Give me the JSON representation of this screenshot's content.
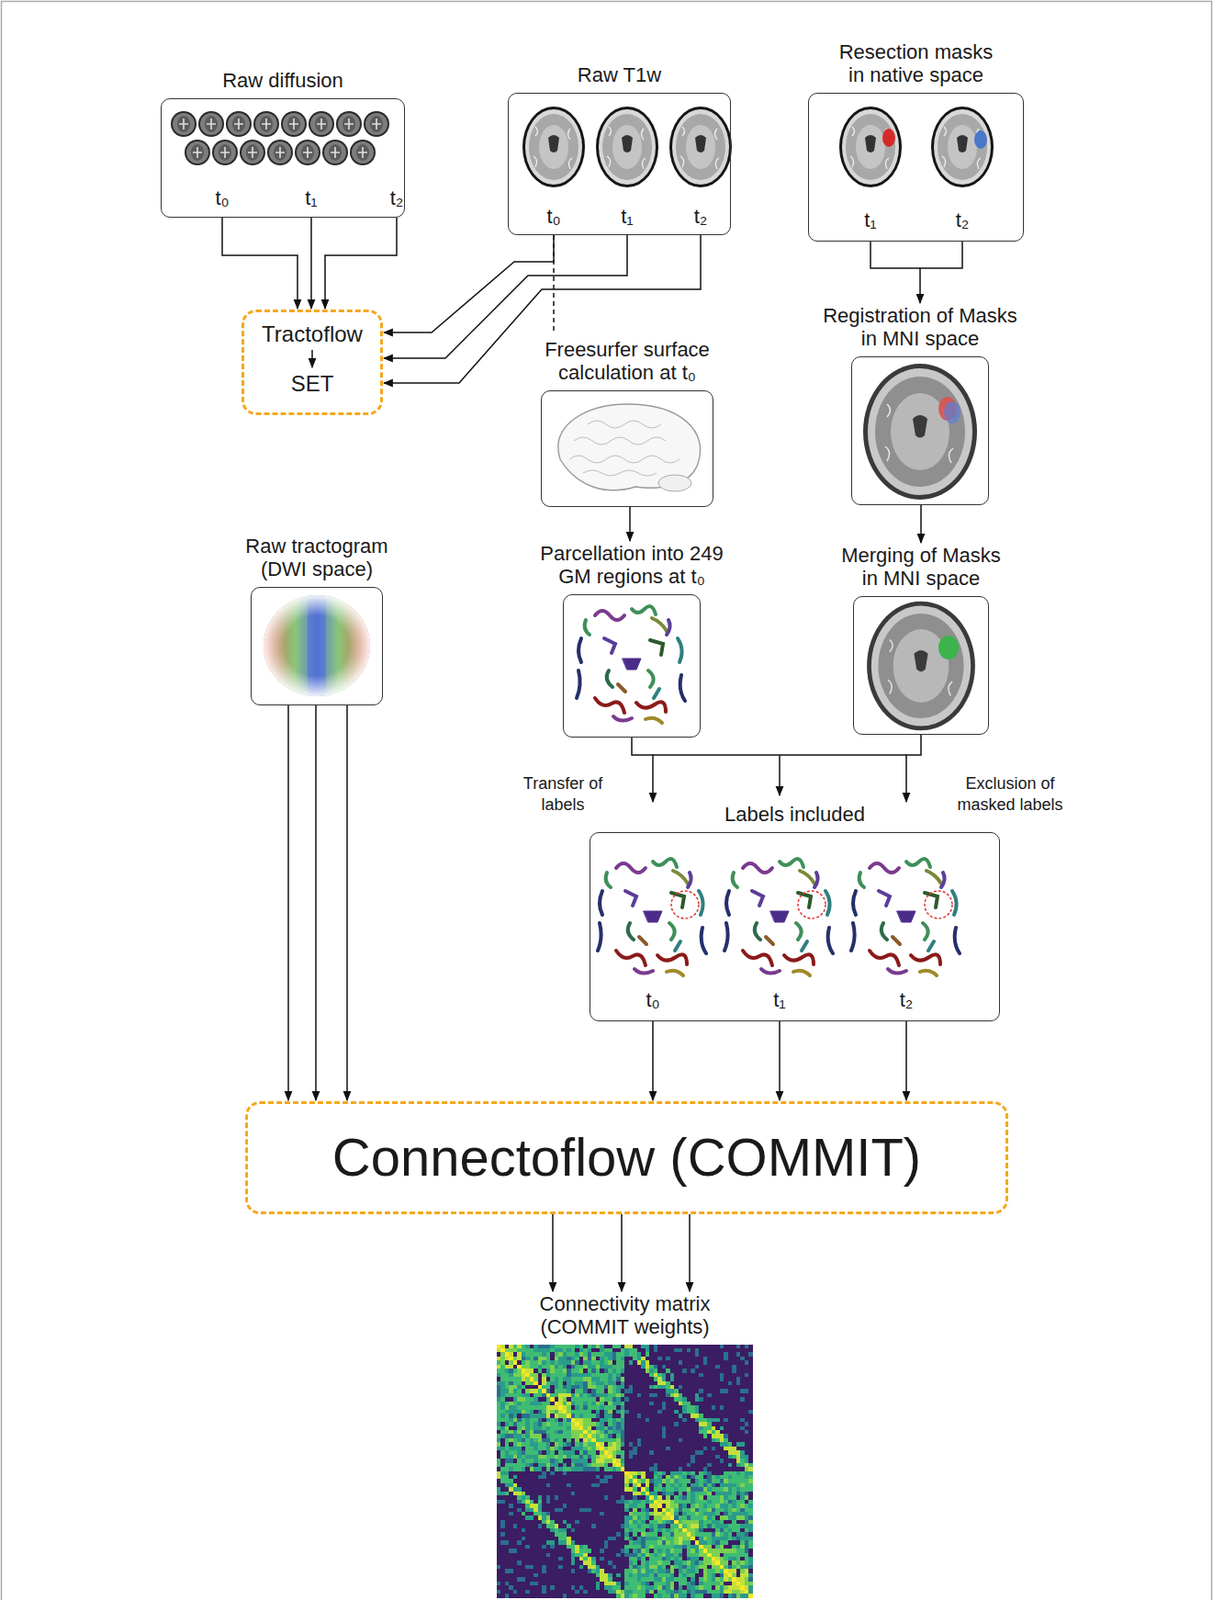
{
  "diagram": {
    "nodes": [
      {
        "text": [
          "Raw diffusion",
          "t₀",
          "t₁",
          "t₂"
        ]
      },
      {
        "text": [
          "Raw T1w",
          "t₀",
          "t₁",
          "t₂"
        ]
      },
      {
        "text": [
          "Resection masks in native space",
          "t₁",
          "t₂"
        ]
      },
      {
        "text": [
          "Tractoflow",
          "SET"
        ]
      },
      {
        "text": [
          "Freesurfer surface calculation at t₀"
        ]
      },
      {
        "text": [
          "Registration of Masks in MNI space"
        ]
      },
      {
        "text": [
          "Raw tractogram (DWI space)"
        ]
      },
      {
        "text": [
          "Parcellation into 249 GM regions at t₀"
        ]
      },
      {
        "text": [
          "Merging of Masks in MNI space"
        ]
      },
      {
        "text": [
          "Labels included",
          "t₀",
          "t₁",
          "t₂"
        ]
      },
      {
        "text": [
          "Connectoflow (COMMIT)"
        ]
      },
      {
        "text": [
          "Connectivity matrix (COMMIT weights)"
        ]
      }
    ],
    "edges": [
      {
        "from": 0,
        "to": 3,
        "arrow": "to"
      },
      {
        "from": 0,
        "to": 3,
        "arrow": "to"
      },
      {
        "from": 0,
        "to": 3,
        "arrow": "to"
      },
      {
        "from": 1,
        "to": 3,
        "arrow": "to"
      },
      {
        "from": 1,
        "to": 3,
        "arrow": "to"
      },
      {
        "from": 1,
        "to": 3,
        "arrow": "to"
      },
      {
        "from": 1,
        "to": 4,
        "arrow": "none"
      },
      {
        "from": 2,
        "to": 5,
        "arrow": "to"
      },
      {
        "from": 4,
        "to": 7,
        "arrow": "to"
      },
      {
        "from": 5,
        "to": 8,
        "arrow": "to"
      },
      {
        "from": 7,
        "to": 9,
        "arrow": "to"
      },
      {
        "from": 8,
        "to": 9,
        "arrow": "to"
      },
      {
        "from": 6,
        "to": 10,
        "arrow": "to"
      },
      {
        "from": 6,
        "to": 10,
        "arrow": "to"
      },
      {
        "from": 6,
        "to": 10,
        "arrow": "to"
      },
      {
        "from": 9,
        "to": 10,
        "arrow": "to"
      },
      {
        "from": 9,
        "to": 10,
        "arrow": "to"
      },
      {
        "from": 9,
        "to": 10,
        "arrow": "to"
      },
      {
        "from": 10,
        "to": 11,
        "arrow": "to"
      },
      {
        "from": 10,
        "to": 11,
        "arrow": "to"
      },
      {
        "from": 10,
        "to": 11,
        "arrow": "to"
      }
    ],
    "labels": [
      "Transfer of labels",
      "Exclusion of masked labels"
    ]
  }
}
